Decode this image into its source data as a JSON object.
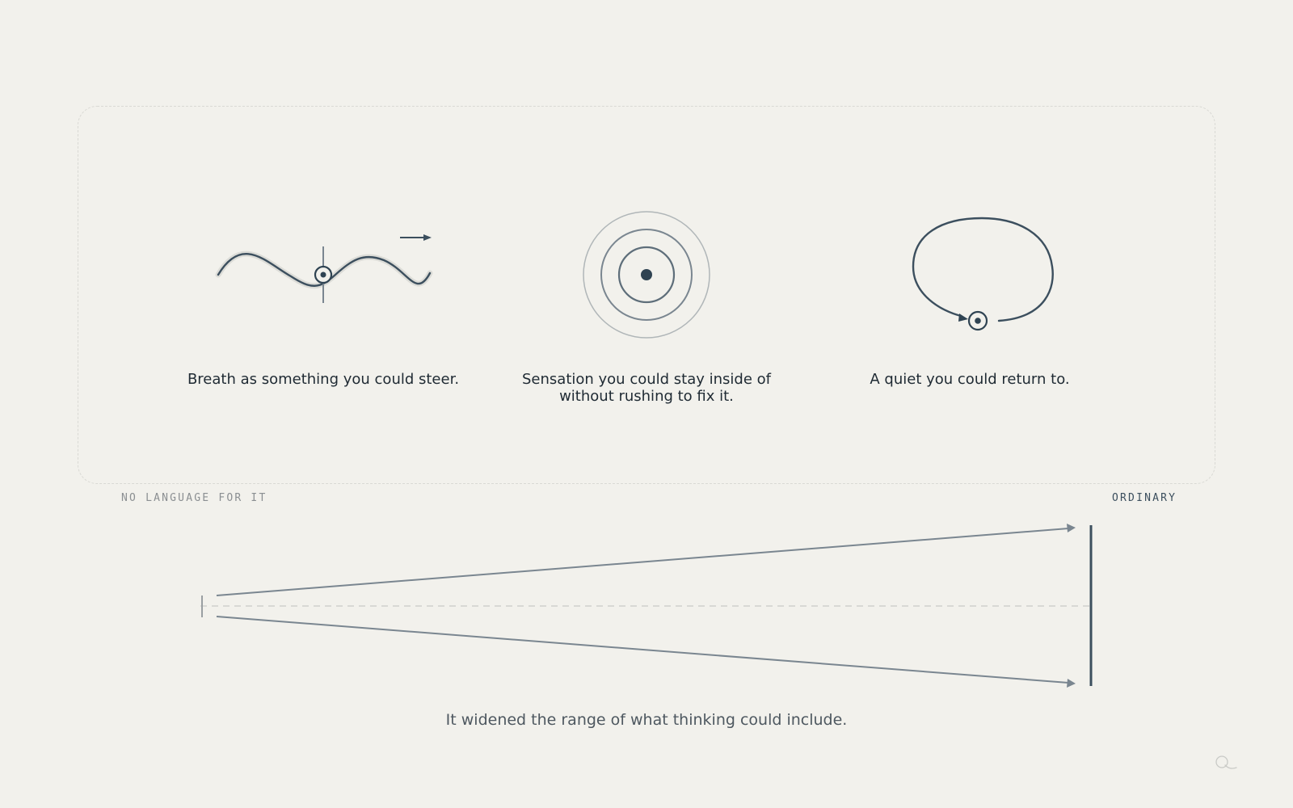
{
  "panels": [
    {
      "icon": "steering-wave-icon",
      "caption_lines": [
        "Breath as something you could steer."
      ]
    },
    {
      "icon": "concentric-circles-icon",
      "caption_lines": [
        "Sensation you could stay inside of",
        "without rushing to fix it."
      ]
    },
    {
      "icon": "return-loop-icon",
      "caption_lines": [
        "A quiet you could return to."
      ]
    }
  ],
  "range": {
    "left_label": "NO LANGUAGE FOR IT",
    "right_label": "ORDINARY"
  },
  "caption": "It widened the range of what thinking could include.",
  "colors": {
    "background": "#f2f1ec",
    "ink": "#2f4352",
    "muted": "#7a8690",
    "dashed": "#d9d9d4"
  }
}
